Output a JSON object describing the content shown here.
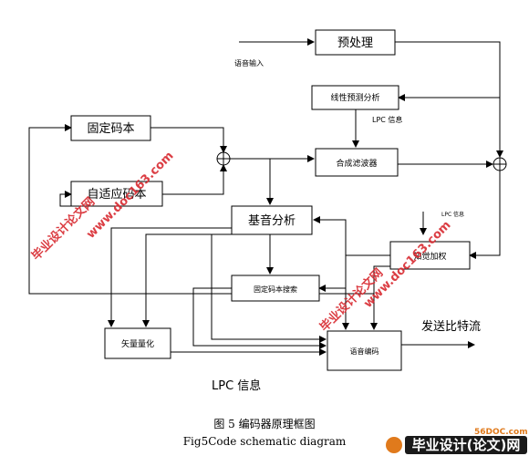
{
  "blocks": {
    "preprocess": "预处理",
    "lpc_analysis": "线性预测分析",
    "fixed_codebook": "固定码本",
    "adaptive_codebook": "自适应码本",
    "synthesis_filter": "合成滤波器",
    "pitch_analysis": "基音分析",
    "perceptual_weighting": "知觉加权",
    "fixed_codebook_search": "固定码本搜索",
    "vector_quantization": "矢量量化",
    "speech_coding": "语音编码"
  },
  "labels": {
    "speech_input": "语音输入",
    "lpc_info_right": "LPC 信息",
    "lpc_info_small": "LPC 信息",
    "send_bitstream": "发送比特流",
    "lpc_info_bottom": "LPC 信息"
  },
  "caption": {
    "cn": "图 5    编码器原理框图",
    "en": "Fig5Code schematic diagram"
  },
  "watermarks": {
    "left_cn": "毕业设计论文网",
    "left_url": "www.doc163.com",
    "right_cn": "毕业设计论文网",
    "right_url": "www.doc163.com"
  },
  "logo": {
    "site": "56DOC.com",
    "name": "毕业设计(论文)网"
  },
  "colors": {
    "watermark": "#d8292f",
    "logo_orange": "#e07a1c",
    "logo_bg": "#1a1a1a"
  }
}
